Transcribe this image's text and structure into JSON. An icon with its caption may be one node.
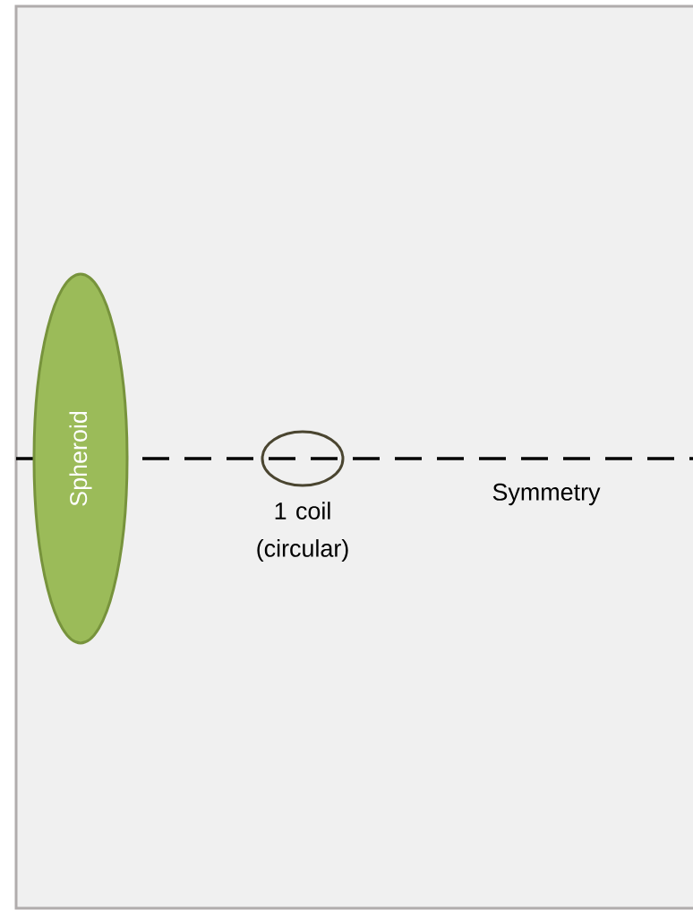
{
  "diagram": {
    "nodes": [
      {
        "text": [
          "Spheroid"
        ]
      },
      {
        "text": [],
        "shape": "circle",
        "beside": [
          "1 coil (circular)"
        ]
      }
    ],
    "labels": [
      "Symmetry"
    ]
  }
}
